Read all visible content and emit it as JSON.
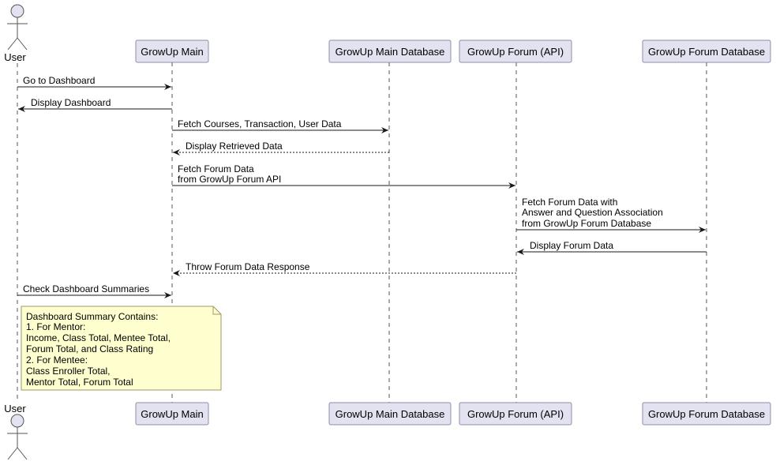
{
  "diagram": {
    "actor": {
      "top_label": "User",
      "bottom_label": "User"
    },
    "participants": [
      {
        "id": "growup-main",
        "label": "GrowUp Main"
      },
      {
        "id": "growup-main-db",
        "label": "GrowUp Main Database"
      },
      {
        "id": "growup-forum-api",
        "label": "GrowUp Forum (API)"
      },
      {
        "id": "growup-forum-db",
        "label": "GrowUp Forum Database"
      }
    ],
    "messages": [
      {
        "from": "user",
        "to": "growup-main",
        "style": "solid",
        "lines": [
          "Go to Dashboard"
        ]
      },
      {
        "from": "growup-main",
        "to": "user",
        "style": "solid",
        "lines": [
          "Display Dashboard"
        ]
      },
      {
        "from": "growup-main",
        "to": "growup-main-db",
        "style": "solid",
        "lines": [
          "Fetch Courses, Transaction, User Data"
        ]
      },
      {
        "from": "growup-main-db",
        "to": "growup-main",
        "style": "dashed",
        "lines": [
          "Display Retrieved Data"
        ]
      },
      {
        "from": "growup-main",
        "to": "growup-forum-api",
        "style": "solid",
        "lines": [
          "Fetch Forum Data",
          "from GrowUp Forum API"
        ]
      },
      {
        "from": "growup-forum-api",
        "to": "growup-forum-db",
        "style": "solid",
        "lines": [
          "Fetch Forum Data with",
          "Answer and Question Association",
          "from GrowUp Forum Database"
        ]
      },
      {
        "from": "growup-forum-db",
        "to": "growup-forum-api",
        "style": "solid",
        "lines": [
          "Display Forum Data"
        ]
      },
      {
        "from": "growup-forum-api",
        "to": "growup-main",
        "style": "dashed",
        "lines": [
          "Throw Forum Data Response"
        ]
      },
      {
        "from": "user",
        "to": "growup-main",
        "style": "solid",
        "lines": [
          "Check Dashboard Summaries"
        ]
      }
    ],
    "note": {
      "lines": [
        "Dashboard Summary Contains:",
        "1. For Mentor:",
        "Income, Class Total, Mentee Total,",
        "Forum Total, and Class Rating",
        "2. For Mentee:",
        "Class Enroller Total,",
        "Mentor Total, Forum Total"
      ]
    }
  }
}
